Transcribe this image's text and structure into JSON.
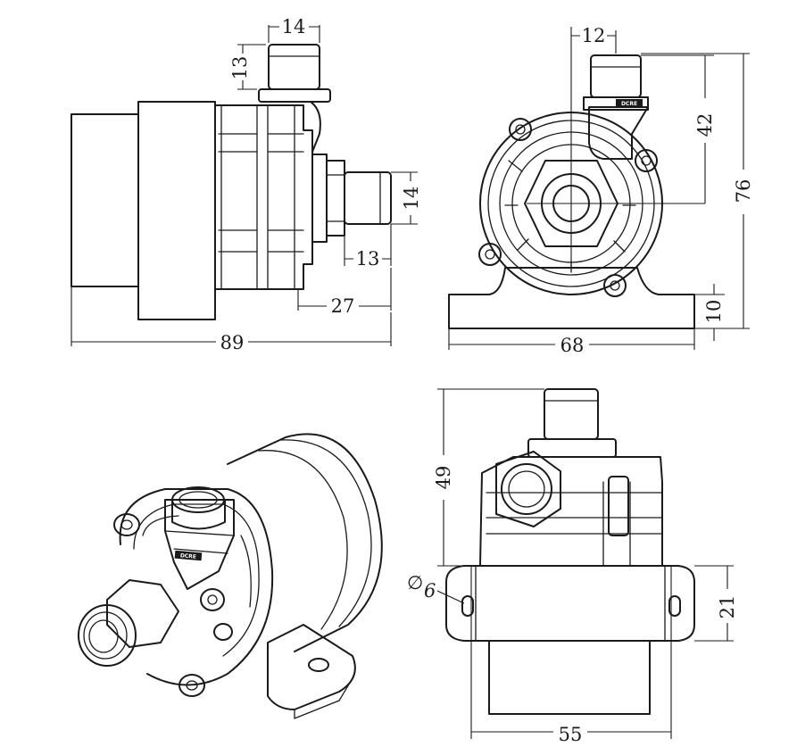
{
  "side_view": {
    "inlet_width": "14",
    "inlet_length": "13",
    "outlet_width": "14",
    "outlet_length": "13",
    "outlet_offset": "27",
    "total_length": "89"
  },
  "front_view": {
    "outlet_offset": "12",
    "center_height": "42",
    "total_height": "76",
    "base_height": "10",
    "base_width": "68",
    "logo_text": "DCRE"
  },
  "top_view": {
    "height": "49",
    "hole_diameter_symbol": "∅",
    "hole_diameter": "6",
    "base_depth": "21",
    "body_width": "55"
  },
  "iso_view": {
    "logo_text": "DCRE"
  }
}
